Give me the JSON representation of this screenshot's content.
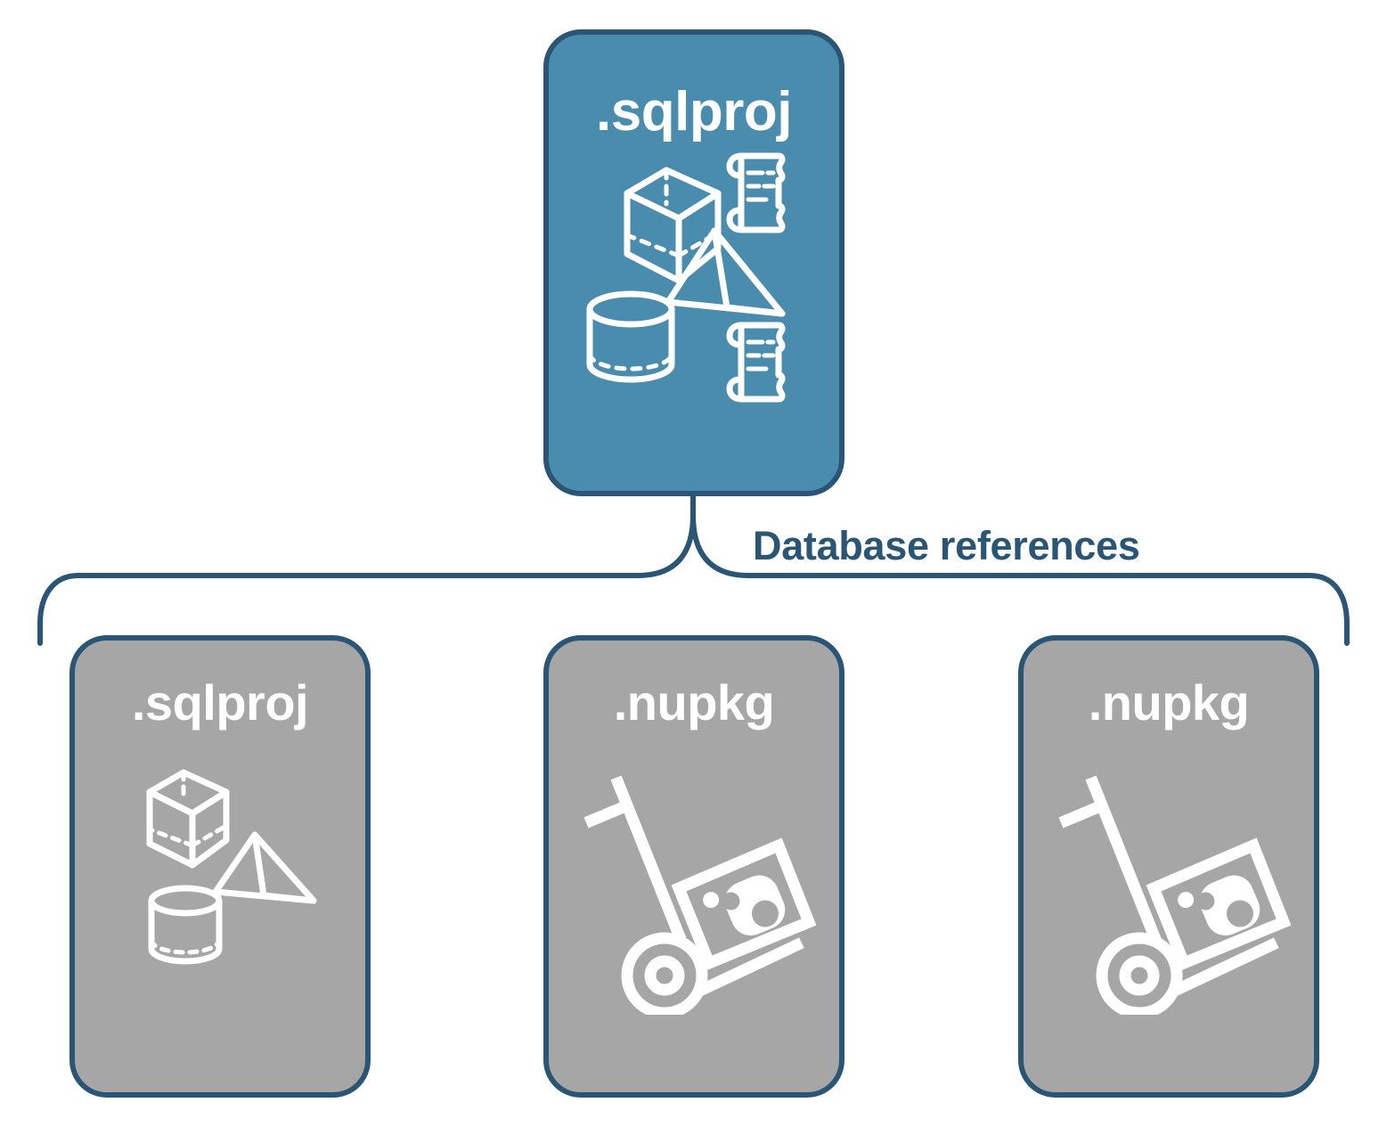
{
  "diagram": {
    "title_text": "Database references",
    "colors": {
      "card_blue": "#4a8cad",
      "card_gray": "#a6a6a6",
      "stroke_navy": "#2b5575",
      "icon_white": "#ffffff",
      "background": "#ffffff"
    }
  },
  "root_card": {
    "label": ".sqlproj",
    "type": "blue",
    "icons": [
      "cube-icon",
      "scroll-icon",
      "pyramid-icon",
      "cylinder-icon",
      "scroll-icon"
    ]
  },
  "connector": {
    "label": "Database references"
  },
  "reference_cards": [
    {
      "label": ".sqlproj",
      "type": "gray",
      "icons": [
        "cube-icon",
        "pyramid-icon",
        "cylinder-icon"
      ]
    },
    {
      "label": ".nupkg",
      "type": "gray",
      "icons": [
        "hand-truck-package-icon"
      ]
    },
    {
      "label": ".nupkg",
      "type": "gray",
      "icons": [
        "hand-truck-package-icon"
      ]
    }
  ]
}
